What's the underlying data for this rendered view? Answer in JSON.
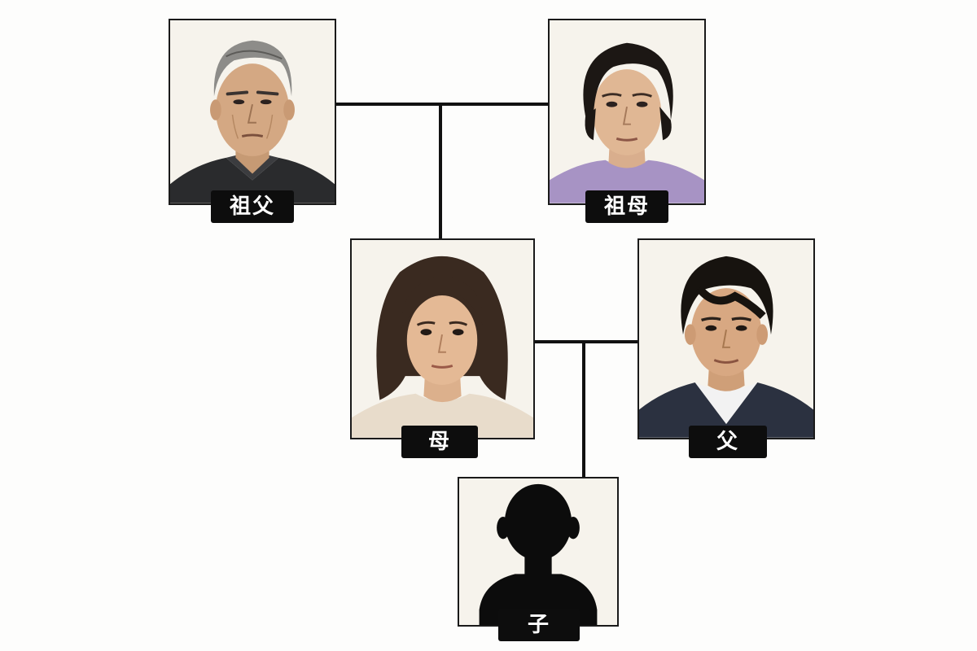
{
  "tree": {
    "grandfather": {
      "label": "祖父",
      "icon": "grandfather-portrait"
    },
    "grandmother": {
      "label": "祖母",
      "icon": "grandmother-portrait"
    },
    "mother": {
      "label": "母",
      "icon": "mother-portrait"
    },
    "father": {
      "label": "父",
      "icon": "father-portrait"
    },
    "child": {
      "label": "子",
      "icon": "child-silhouette"
    }
  },
  "colors": {
    "line": "#111111",
    "label_bg": "#0d0d0d",
    "label_text": "#ffffff",
    "card_border": "#1a1a1a"
  }
}
